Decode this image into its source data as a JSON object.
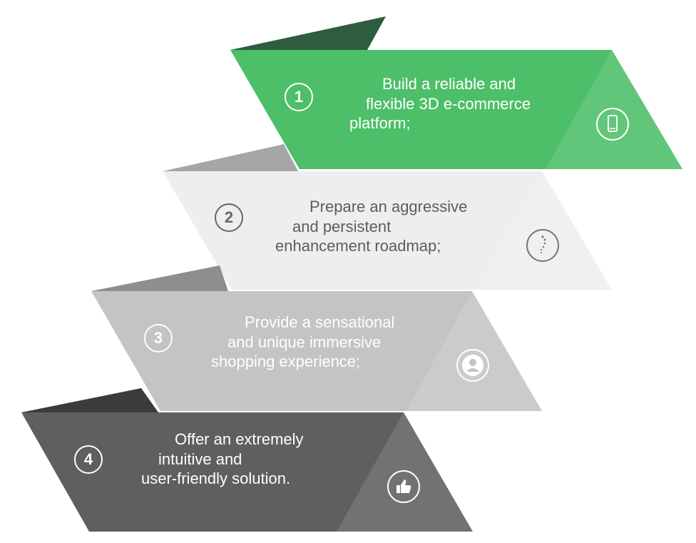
{
  "steps": [
    {
      "number": "1",
      "lines": [
        "Build a reliable and",
        "flexible 3D e-commerce",
        "platform;"
      ],
      "icon": "smartphone-icon",
      "colors": {
        "band": "#4cbf68",
        "tab": "#2d5d3d",
        "text": "#ffffff"
      }
    },
    {
      "number": "2",
      "lines": [
        "Prepare an aggressive",
        "and persistent",
        "enhancement roadmap;"
      ],
      "icon": "loading-spinner-icon",
      "colors": {
        "band": "#eeeeee",
        "tab": "#a6a6a6",
        "text": "#5d5d5d"
      }
    },
    {
      "number": "3",
      "lines": [
        "Provide a sensational",
        "and unique immersive",
        "shopping experience;"
      ],
      "icon": "user-icon",
      "colors": {
        "band": "#c4c4c4",
        "tab": "#8e8e8e",
        "text": "#ffffff"
      }
    },
    {
      "number": "4",
      "lines": [
        "Offer an extremely",
        "intuitive and",
        "user-friendly solution."
      ],
      "icon": "thumbs-up-icon",
      "colors": {
        "band": "#5f5f61",
        "tab": "#3b3b3d",
        "text": "#ffffff"
      }
    }
  ]
}
